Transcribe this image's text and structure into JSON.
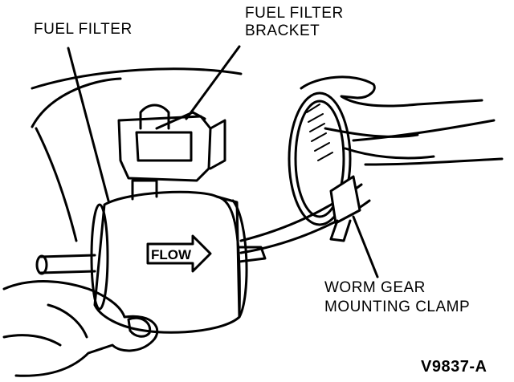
{
  "labels": {
    "fuel_filter": "FUEL FILTER",
    "bracket_line1": "FUEL FILTER",
    "bracket_line2": "BRACKET",
    "clamp_line1": "WORM GEAR",
    "clamp_line2": "MOUNTING CLAMP",
    "flow": "FLOW",
    "figure_code": "V9837-A"
  }
}
